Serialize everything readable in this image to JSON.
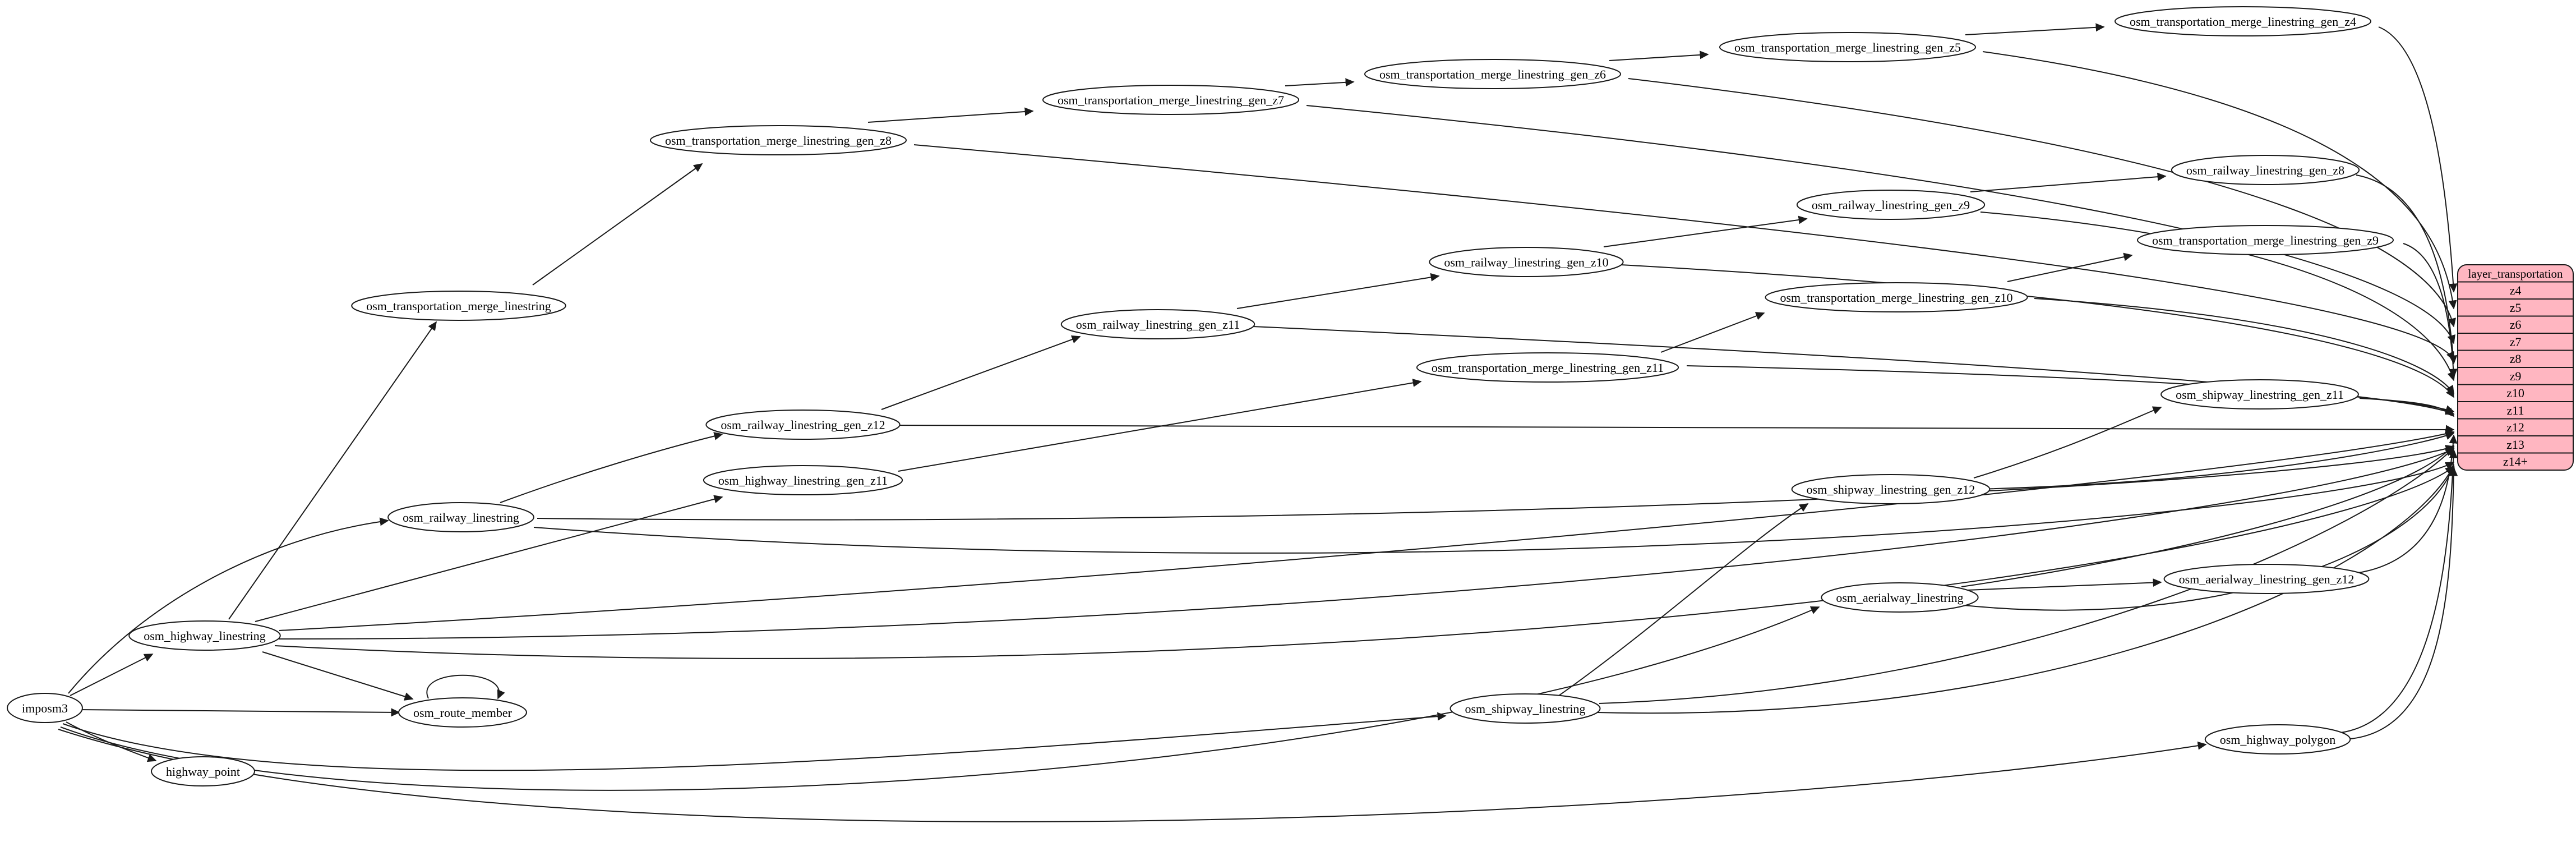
{
  "diagram": {
    "kind": "etl-dependency-graph",
    "background": "#ffffff",
    "edge_color": "#1a1a1a",
    "layer_record": {
      "title": "layer_transportation",
      "fill": "#ffb6c1",
      "border": "#000000",
      "rows": [
        "z4",
        "z5",
        "z6",
        "z7",
        "z8",
        "z9",
        "z10",
        "z11",
        "z12",
        "z13",
        "z14+"
      ]
    },
    "nodes": [
      {
        "id": "imposm3",
        "label": "imposm3"
      },
      {
        "id": "osm_highway_linestring",
        "label": "osm_highway_linestring"
      },
      {
        "id": "highway_point",
        "label": "highway_point"
      },
      {
        "id": "osm_route_member",
        "label": "osm_route_member"
      },
      {
        "id": "osm_railway_linestring",
        "label": "osm_railway_linestring"
      },
      {
        "id": "osm_shipway_linestring",
        "label": "osm_shipway_linestring"
      },
      {
        "id": "osm_aerialway_linestring",
        "label": "osm_aerialway_linestring"
      },
      {
        "id": "osm_highway_polygon",
        "label": "osm_highway_polygon"
      },
      {
        "id": "osm_transportation_merge_linestring",
        "label": "osm_transportation_merge_linestring"
      },
      {
        "id": "osm_transportation_merge_linestring_gen_z8",
        "label": "osm_transportation_merge_linestring_gen_z8"
      },
      {
        "id": "osm_transportation_merge_linestring_gen_z7",
        "label": "osm_transportation_merge_linestring_gen_z7"
      },
      {
        "id": "osm_transportation_merge_linestring_gen_z6",
        "label": "osm_transportation_merge_linestring_gen_z6"
      },
      {
        "id": "osm_transportation_merge_linestring_gen_z5",
        "label": "osm_transportation_merge_linestring_gen_z5"
      },
      {
        "id": "osm_transportation_merge_linestring_gen_z4",
        "label": "osm_transportation_merge_linestring_gen_z4"
      },
      {
        "id": "osm_railway_linestring_gen_z8",
        "label": "osm_railway_linestring_gen_z8"
      },
      {
        "id": "osm_railway_linestring_gen_z9",
        "label": "osm_railway_linestring_gen_z9"
      },
      {
        "id": "osm_railway_linestring_gen_z10",
        "label": "osm_railway_linestring_gen_z10"
      },
      {
        "id": "osm_railway_linestring_gen_z11",
        "label": "osm_railway_linestring_gen_z11"
      },
      {
        "id": "osm_railway_linestring_gen_z12",
        "label": "osm_railway_linestring_gen_z12"
      },
      {
        "id": "osm_transportation_merge_linestring_gen_z9",
        "label": "osm_transportation_merge_linestring_gen_z9"
      },
      {
        "id": "osm_transportation_merge_linestring_gen_z10",
        "label": "osm_transportation_merge_linestring_gen_z10"
      },
      {
        "id": "osm_transportation_merge_linestring_gen_z11",
        "label": "osm_transportation_merge_linestring_gen_z11"
      },
      {
        "id": "osm_shipway_linestring_gen_z11",
        "label": "osm_shipway_linestring_gen_z11"
      },
      {
        "id": "osm_shipway_linestring_gen_z12",
        "label": "osm_shipway_linestring_gen_z12"
      },
      {
        "id": "osm_highway_linestring_gen_z11",
        "label": "osm_highway_linestring_gen_z11"
      },
      {
        "id": "osm_aerialway_linestring_gen_z12",
        "label": "osm_aerialway_linestring_gen_z12"
      }
    ],
    "edges": [
      {
        "from": "imposm3",
        "to": "osm_highway_linestring"
      },
      {
        "from": "imposm3",
        "to": "osm_route_member"
      },
      {
        "from": "imposm3",
        "to": "highway_point"
      },
      {
        "from": "imposm3",
        "to": "osm_railway_linestring"
      },
      {
        "from": "imposm3",
        "to": "osm_shipway_linestring"
      },
      {
        "from": "imposm3",
        "to": "osm_aerialway_linestring"
      },
      {
        "from": "imposm3",
        "to": "osm_highway_polygon"
      },
      {
        "from": "osm_highway_linestring",
        "to": "osm_transportation_merge_linestring"
      },
      {
        "from": "osm_highway_linestring",
        "to": "osm_highway_linestring_gen_z11"
      },
      {
        "from": "osm_highway_linestring",
        "to": "osm_route_member"
      },
      {
        "from": "osm_highway_linestring",
        "to": "layer_transportation.z12"
      },
      {
        "from": "osm_highway_linestring",
        "to": "layer_transportation.z13"
      },
      {
        "from": "osm_highway_linestring",
        "to": "layer_transportation.z14+"
      },
      {
        "from": "osm_route_member",
        "to": "osm_route_member"
      },
      {
        "from": "osm_railway_linestring",
        "to": "osm_railway_linestring_gen_z12"
      },
      {
        "from": "osm_railway_linestring",
        "to": "layer_transportation.z13"
      },
      {
        "from": "osm_railway_linestring",
        "to": "layer_transportation.z14+"
      },
      {
        "from": "osm_shipway_linestring",
        "to": "osm_shipway_linestring_gen_z12"
      },
      {
        "from": "osm_shipway_linestring",
        "to": "layer_transportation.z13"
      },
      {
        "from": "osm_shipway_linestring",
        "to": "layer_transportation.z14+"
      },
      {
        "from": "osm_aerialway_linestring",
        "to": "osm_aerialway_linestring_gen_z12"
      },
      {
        "from": "osm_aerialway_linestring",
        "to": "layer_transportation.z13"
      },
      {
        "from": "osm_aerialway_linestring",
        "to": "layer_transportation.z14+"
      },
      {
        "from": "osm_highway_polygon",
        "to": "layer_transportation.z13"
      },
      {
        "from": "osm_highway_polygon",
        "to": "layer_transportation.z14+"
      },
      {
        "from": "osm_transportation_merge_linestring",
        "to": "osm_transportation_merge_linestring_gen_z8"
      },
      {
        "from": "osm_transportation_merge_linestring_gen_z8",
        "to": "osm_transportation_merge_linestring_gen_z7"
      },
      {
        "from": "osm_transportation_merge_linestring_gen_z7",
        "to": "osm_transportation_merge_linestring_gen_z6"
      },
      {
        "from": "osm_transportation_merge_linestring_gen_z6",
        "to": "osm_transportation_merge_linestring_gen_z5"
      },
      {
        "from": "osm_transportation_merge_linestring_gen_z5",
        "to": "osm_transportation_merge_linestring_gen_z4"
      },
      {
        "from": "osm_transportation_merge_linestring_gen_z4",
        "to": "layer_transportation.z4"
      },
      {
        "from": "osm_transportation_merge_linestring_gen_z5",
        "to": "layer_transportation.z5"
      },
      {
        "from": "osm_transportation_merge_linestring_gen_z6",
        "to": "layer_transportation.z6"
      },
      {
        "from": "osm_transportation_merge_linestring_gen_z7",
        "to": "layer_transportation.z7"
      },
      {
        "from": "osm_transportation_merge_linestring_gen_z8",
        "to": "layer_transportation.z8"
      },
      {
        "from": "osm_highway_linestring_gen_z11",
        "to": "osm_transportation_merge_linestring_gen_z11"
      },
      {
        "from": "osm_transportation_merge_linestring_gen_z11",
        "to": "osm_transportation_merge_linestring_gen_z10"
      },
      {
        "from": "osm_transportation_merge_linestring_gen_z10",
        "to": "osm_transportation_merge_linestring_gen_z9"
      },
      {
        "from": "osm_transportation_merge_linestring_gen_z11",
        "to": "layer_transportation.z11"
      },
      {
        "from": "osm_transportation_merge_linestring_gen_z10",
        "to": "layer_transportation.z10"
      },
      {
        "from": "osm_transportation_merge_linestring_gen_z9",
        "to": "layer_transportation.z9"
      },
      {
        "from": "osm_railway_linestring_gen_z12",
        "to": "osm_railway_linestring_gen_z11"
      },
      {
        "from": "osm_railway_linestring_gen_z11",
        "to": "osm_railway_linestring_gen_z10"
      },
      {
        "from": "osm_railway_linestring_gen_z10",
        "to": "osm_railway_linestring_gen_z9"
      },
      {
        "from": "osm_railway_linestring_gen_z9",
        "to": "osm_railway_linestring_gen_z8"
      },
      {
        "from": "osm_railway_linestring_gen_z8",
        "to": "layer_transportation.z8"
      },
      {
        "from": "osm_railway_linestring_gen_z9",
        "to": "layer_transportation.z9"
      },
      {
        "from": "osm_railway_linestring_gen_z10",
        "to": "layer_transportation.z10"
      },
      {
        "from": "osm_railway_linestring_gen_z11",
        "to": "layer_transportation.z11"
      },
      {
        "from": "osm_railway_linestring_gen_z12",
        "to": "layer_transportation.z12"
      },
      {
        "from": "osm_shipway_linestring_gen_z12",
        "to": "osm_shipway_linestring_gen_z11"
      },
      {
        "from": "osm_shipway_linestring_gen_z11",
        "to": "layer_transportation.z11"
      },
      {
        "from": "osm_shipway_linestring_gen_z12",
        "to": "layer_transportation.z12"
      },
      {
        "from": "osm_aerialway_linestring_gen_z12",
        "to": "layer_transportation.z12"
      }
    ]
  }
}
